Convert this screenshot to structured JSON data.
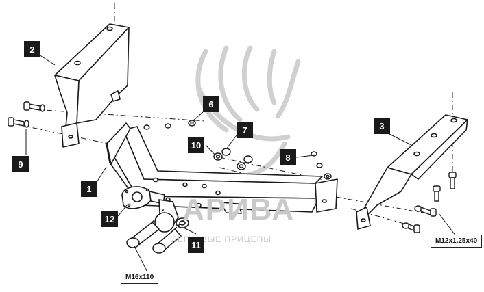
{
  "callouts": [
    "1",
    "2",
    "3",
    "6",
    "7",
    "8",
    "9",
    "10",
    "11",
    "12"
  ],
  "specs": {
    "bolt_main": "M16x110",
    "bolt_side": "M12x1.25x40"
  },
  "watermark": {
    "brand": "АРИВА",
    "tagline": "ЛЕГКОВЫЕ ПРИЦЕПЫ"
  },
  "colors": {
    "line": "#1a1a1a",
    "callout_bg": "#1a1a1a",
    "callout_text": "#ffffff",
    "watermark": "#c9c9c9"
  }
}
